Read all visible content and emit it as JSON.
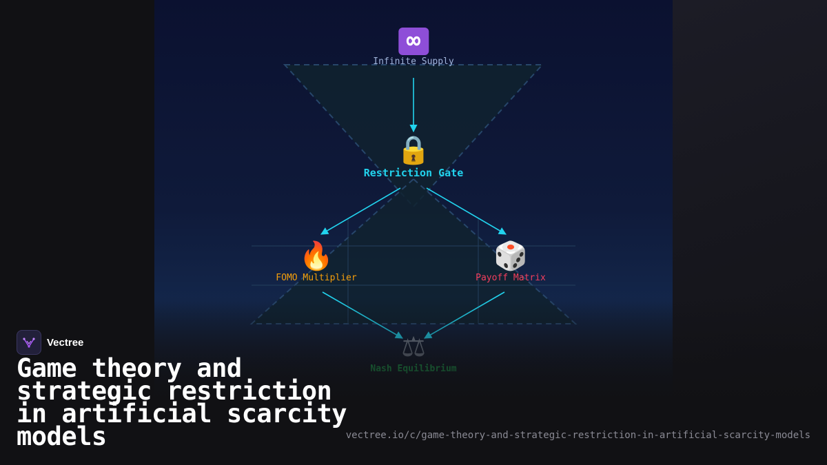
{
  "brand": {
    "name": "Vectree",
    "logo_icon": "vectree-logo-icon",
    "accent_color": "#a855f7"
  },
  "article": {
    "title": "Game theory and strategic restriction in artificial scarcity models",
    "url": "vectree.io/c/game-theory-and-strategic-restriction-in-artificial-scarcity-models"
  },
  "diagram": {
    "edge_color": "#22d3ee",
    "nodes": {
      "infinite_supply": {
        "label": "Infinite Supply",
        "icon": "infinity-icon",
        "glyph": "∞",
        "color": "#9fb3d9"
      },
      "restriction_gate": {
        "label": "Restriction Gate",
        "icon": "lock-icon",
        "glyph": "🔒",
        "color": "#22d3ee"
      },
      "fomo_multiplier": {
        "label": "FOMO Multiplier",
        "icon": "fire-icon",
        "glyph": "🔥",
        "color": "#f59e0b"
      },
      "payoff_matrix": {
        "label": "Payoff Matrix",
        "icon": "dice-icon",
        "glyph": "🎲",
        "color": "#f43f5e"
      },
      "nash_equilibrium": {
        "label": "Nash Equilibrium",
        "icon": "balance-scale-icon",
        "glyph": "⚖",
        "color": "#22c55e"
      }
    }
  }
}
